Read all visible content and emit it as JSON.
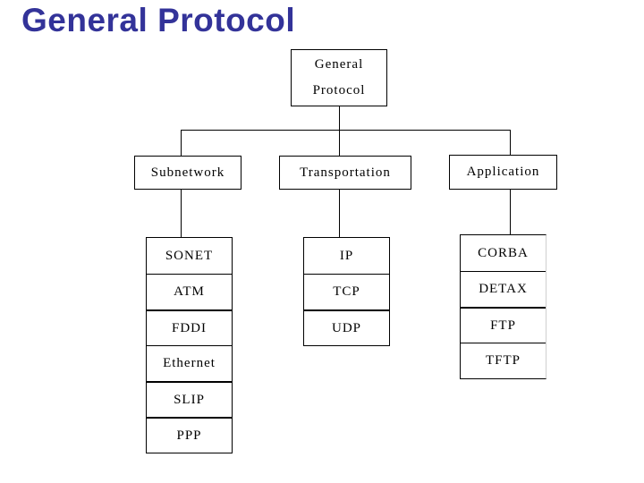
{
  "slide": {
    "title": "General Protocol",
    "title_color": "#333399",
    "background_color": "#ffffff",
    "line_color": "#000000"
  },
  "tree": {
    "root": {
      "line1": "General",
      "line2": "Protocol"
    },
    "branches": [
      {
        "label": "Subnetwork",
        "items": [
          {
            "label": "SONET",
            "thick_top": false
          },
          {
            "label": "ATM",
            "thick_top": false
          },
          {
            "label": "FDDI",
            "thick_top": true
          },
          {
            "label": "Ethernet",
            "thick_top": false
          },
          {
            "label": "SLIP",
            "thick_top": true
          },
          {
            "label": "PPP",
            "thick_top": true
          }
        ]
      },
      {
        "label": "Transportation",
        "items": [
          {
            "label": "IP",
            "thick_top": false
          },
          {
            "label": "TCP",
            "thick_top": false
          },
          {
            "label": "UDP",
            "thick_top": true
          }
        ]
      },
      {
        "label": "Application",
        "items": [
          {
            "label": "CORBA",
            "thick_top": false
          },
          {
            "label": "DETAX",
            "thick_top": false
          },
          {
            "label": "FTP",
            "thick_top": true
          },
          {
            "label": "TFTP",
            "thick_top": false
          }
        ],
        "open_right": true
      }
    ]
  }
}
